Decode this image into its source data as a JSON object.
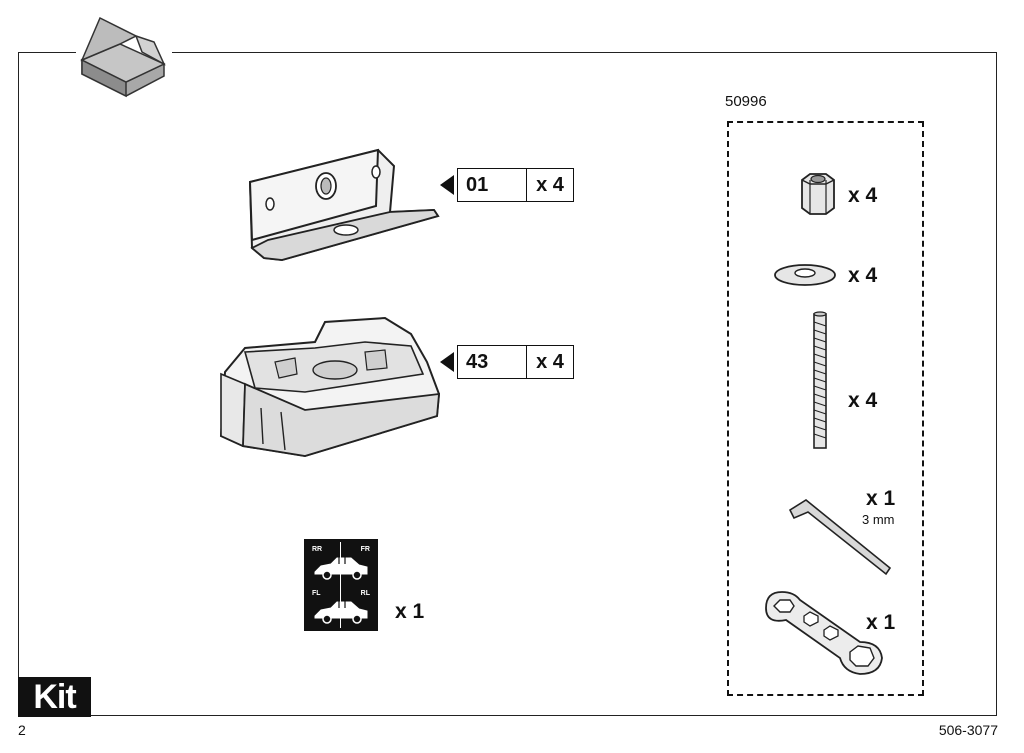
{
  "page": {
    "kit_label": "Kit",
    "page_number": "2",
    "document_number": "506-3077"
  },
  "parts": [
    {
      "code": "01",
      "qty": "x 4"
    },
    {
      "code": "43",
      "qty": "x 4"
    }
  ],
  "sticker": {
    "qty": "x 1",
    "top_left": "RR",
    "top_right": "FR",
    "bottom_left": "FL",
    "bottom_right": "RL"
  },
  "hardware_kit": {
    "kit_number": "50996",
    "items": [
      {
        "icon": "nut-icon",
        "qty": "x 4"
      },
      {
        "icon": "washer-icon",
        "qty": "x 4"
      },
      {
        "icon": "threaded-rod-icon",
        "qty": "x 4"
      },
      {
        "icon": "hex-key-icon",
        "qty": "x 1",
        "note": "3 mm"
      },
      {
        "icon": "wrench-icon",
        "qty": "x 1"
      }
    ]
  }
}
